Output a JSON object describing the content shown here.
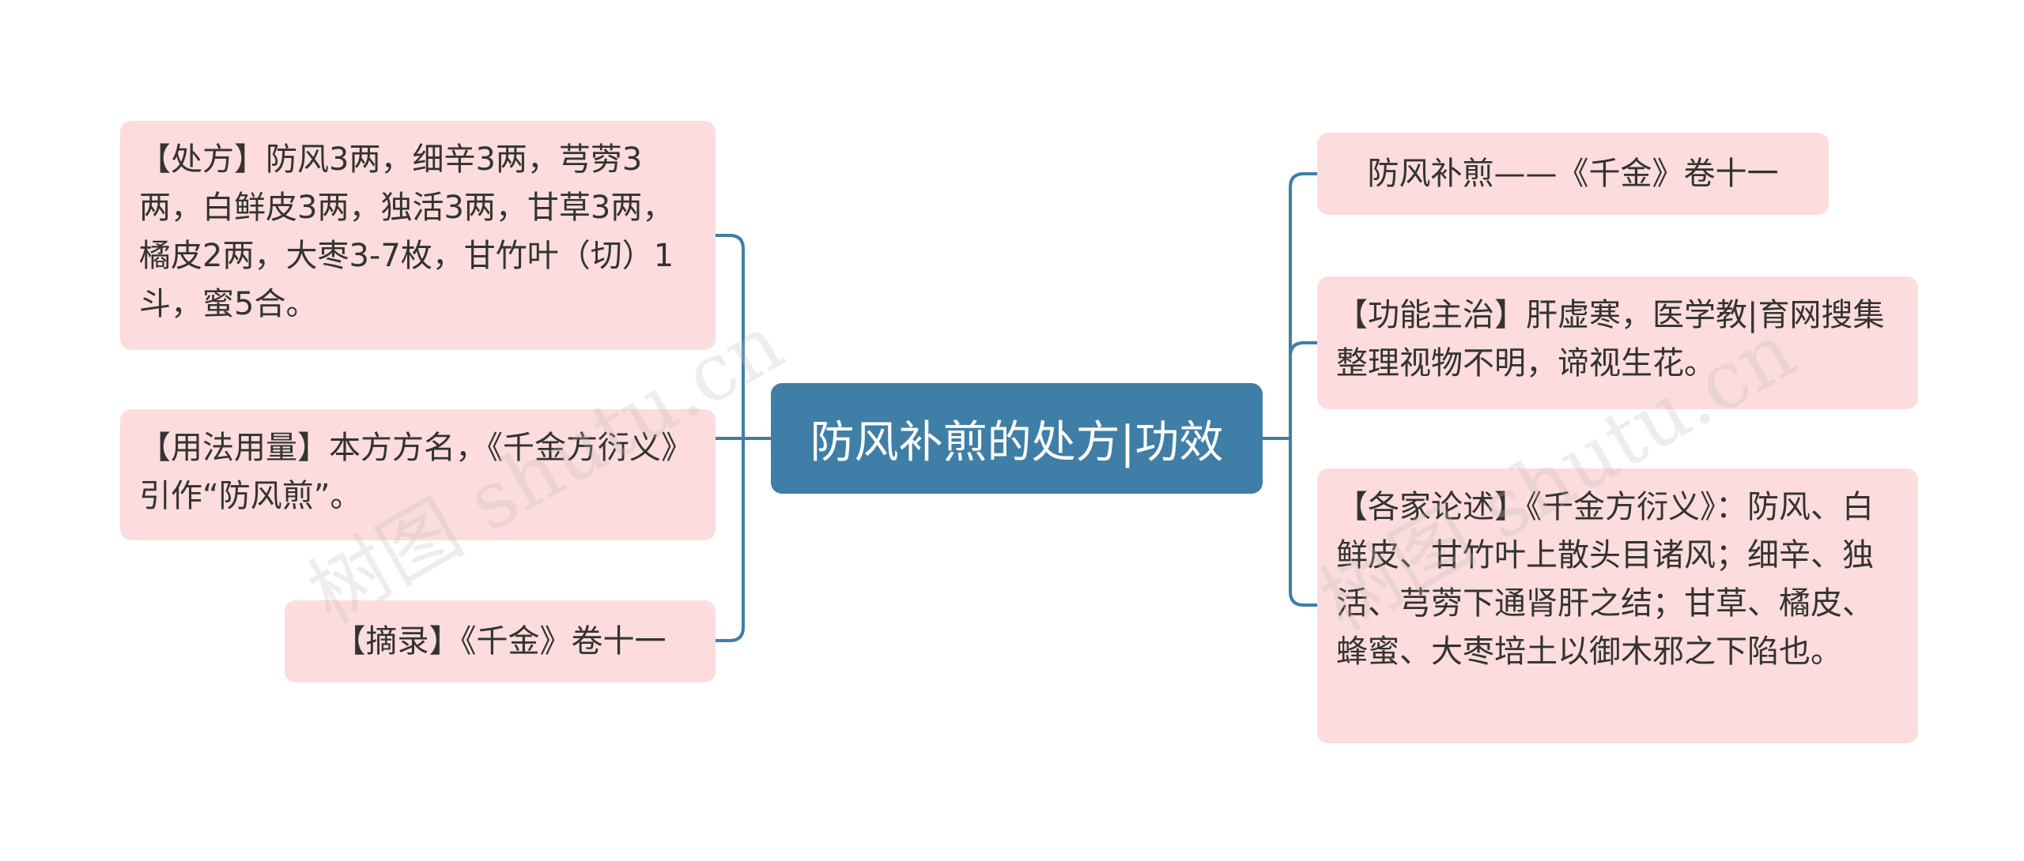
{
  "central": {
    "label": "防风补煎的处方|功效"
  },
  "left_nodes": [
    {
      "text": "【处方】防风3两，细辛3两，芎䓖3两，白鲜皮3两，独活3两，甘草3两，橘皮2两，大枣3-7枚，甘竹叶（切）1斗，蜜5合。"
    },
    {
      "text": "【用法用量】本方方名，《千金方衍义》引作“防风煎”。"
    },
    {
      "text": "【摘录】《千金》卷十一"
    }
  ],
  "right_nodes": [
    {
      "text": "防风补煎——《千金》卷十一"
    },
    {
      "text": "【功能主治】肝虚寒，医学教|育网搜集整理视物不明，谛视生花。"
    },
    {
      "text": "【各家论述】《千金方衍义》：防风、白鲜皮、甘竹叶上散头目诸风；细辛、独活、芎䓖下通肾肝之结；甘草、橘皮、蜂蜜、大枣培土以御木邪之下陷也。"
    }
  ],
  "watermarks": [
    "树图 shutu.cn",
    "树图 shutu.cn"
  ],
  "colors": {
    "central_bg": "#3f7ea6",
    "node_bg": "#fcdcdc",
    "connector": "#3f7ea6",
    "text": "#333333"
  }
}
